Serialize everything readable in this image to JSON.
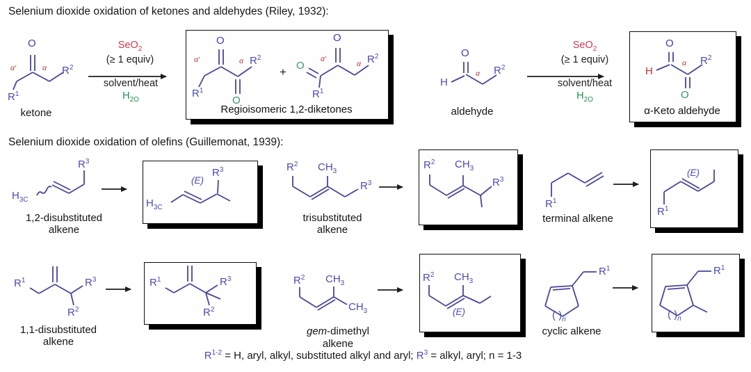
{
  "section1": {
    "title": "Selenium dioxide oxidation of ketones and aldehydes (Riley, 1932):",
    "conditions": {
      "reagent": "SeO_2",
      "equiv": "(≥ 1 equiv)",
      "solvent": "solvent/heat",
      "water": "H_2O"
    },
    "reactant1_label": "ketone",
    "product1_caption": "Regioisomeric 1,2-diketones",
    "plus": "+",
    "reactant2_label": "aldehyde",
    "product2_caption": "α-Keto aldehyde"
  },
  "section2": {
    "title": "Selenium dioxide oxidation of olefins (Guillemonat, 1939):",
    "entries": [
      {
        "label_line1": "1,2-disubstituted",
        "label_line2": "alkene"
      },
      {
        "label_line1": "trisubstituted",
        "label_line2": "alkene"
      },
      {
        "label_line1": "terminal alkene",
        "label_line2": ""
      },
      {
        "label_line1": "1,1-disubstituted",
        "label_line2": "alkene"
      },
      {
        "label_line1": "*gem*-dimethyl",
        "label_line2": "alkene"
      },
      {
        "label_line1": "cyclic alkene",
        "label_line2": ""
      }
    ]
  },
  "atoms": {
    "O": "O",
    "H": "H",
    "R1": "R^1",
    "R2": "R^2",
    "R3": "R^3",
    "H3C": "H_3C",
    "CH3": "CH_3",
    "alpha": "α",
    "alpha_prime": "α'",
    "E": "*(E)*",
    "ring_n": "( )_n"
  },
  "footer": {
    "r12": "R^{1-2}",
    "mid": " = H, aryl, alkyl, substituted alkyl and aryl; ",
    "r3": "R^3",
    "end": " = alkyl, aryl; n = 1-3"
  },
  "colors": {
    "bond_blue": "#45459c",
    "label_blue": "#4a4ab8",
    "carbonyl_o_blue": "#3a3ac8",
    "new_o_green": "#2f9963",
    "hydroxyl_o_red": "#cc3b3b",
    "alpha_red": "#b03a3a",
    "reagent_red": "#cc3b50",
    "water_green": "#23904f",
    "ink": "#1d1d1d"
  }
}
